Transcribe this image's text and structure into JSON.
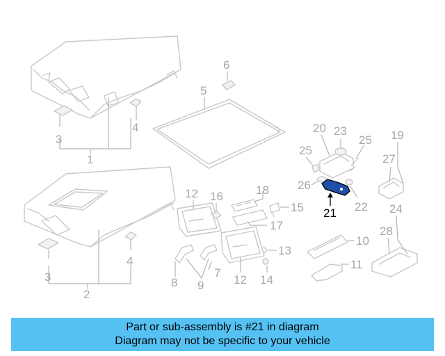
{
  "callouts": {
    "c1": "1",
    "c2": "2",
    "c3a": "3",
    "c3b": "3",
    "c4a": "4",
    "c4b": "4",
    "c5": "5",
    "c6": "6",
    "c7": "7",
    "c8": "8",
    "c9": "9",
    "c10": "10",
    "c11": "11",
    "c12a": "12",
    "c12b": "12",
    "c13": "13",
    "c14": "14",
    "c15": "15",
    "c16": "16",
    "c17": "17",
    "c18": "18",
    "c19": "19",
    "c20": "20",
    "c21": "21",
    "c22": "22",
    "c23": "23",
    "c24": "24",
    "c25a": "25",
    "c25b": "25",
    "c26": "26",
    "c27": "27",
    "c28": "28"
  },
  "highlighted_part": "21",
  "banner": {
    "line1": "Part or sub-assembly is #21 in diagram",
    "line2": "Diagram may not be specific to your vehicle"
  },
  "colors": {
    "banner_bg": "#56c2f4",
    "highlight_part": "#1f4fa8",
    "line_art": "#c8c8c8"
  }
}
